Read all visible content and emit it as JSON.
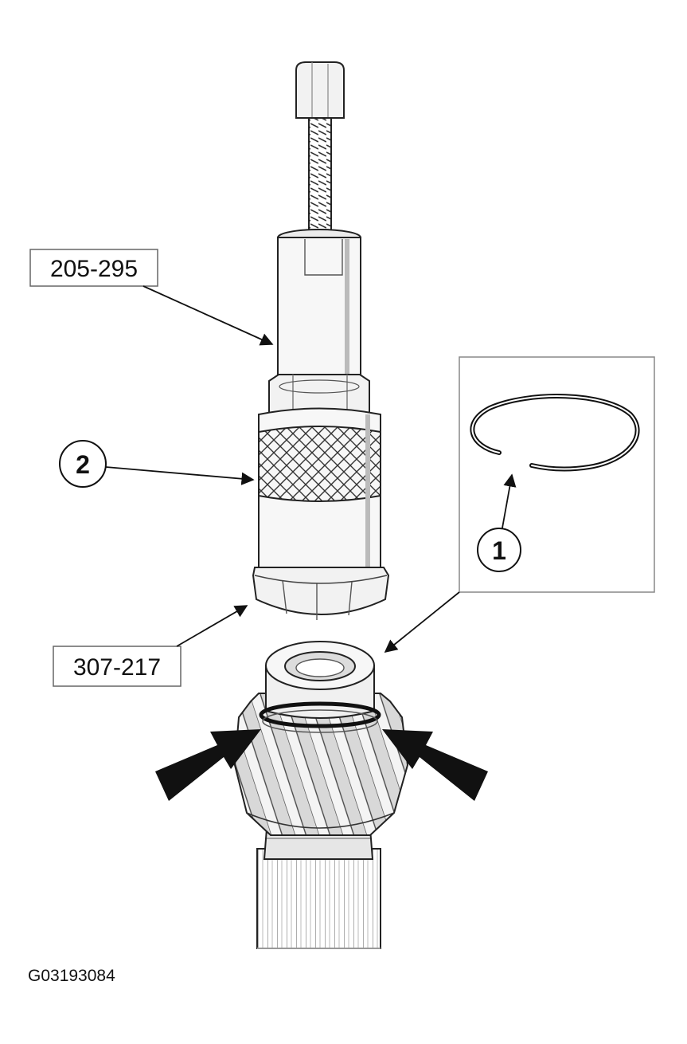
{
  "labels": {
    "tool_upper": "205-295",
    "tool_lower": "307-217",
    "callout_1": "1",
    "callout_2": "2",
    "figure_id": "G03193084"
  },
  "colors": {
    "line": "#222222",
    "fill": "#f2f2f2",
    "shade": "#cccccc",
    "arrow": "#111111"
  },
  "icons": {
    "snap_ring": "snap-ring-icon",
    "leader_arrow": "arrow-icon"
  }
}
